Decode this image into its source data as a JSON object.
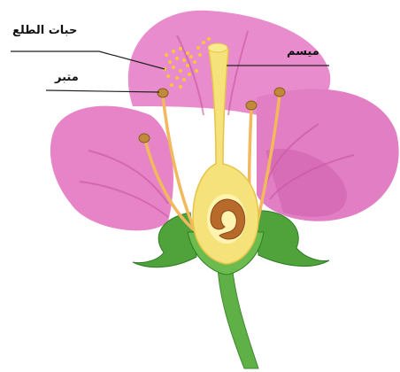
{
  "labels": {
    "pollen": "حبات الطلع",
    "anther": "متبر",
    "stigma": "ميسم"
  },
  "colors": {
    "petal": "#e98ccd",
    "petal_dark": "#c9559f",
    "petal_light": "#f3b3de",
    "pistil": "#f5e27a",
    "pistil_edge": "#e6c44a",
    "ovule": "#b86a2a",
    "filament": "#f2b85c",
    "anther": "#c08a3a",
    "pollen": "#f5c540",
    "sepal": "#4fa33a",
    "sepal_dark": "#2f7d27",
    "stem": "#5fb046",
    "leader_line": "#222222"
  }
}
